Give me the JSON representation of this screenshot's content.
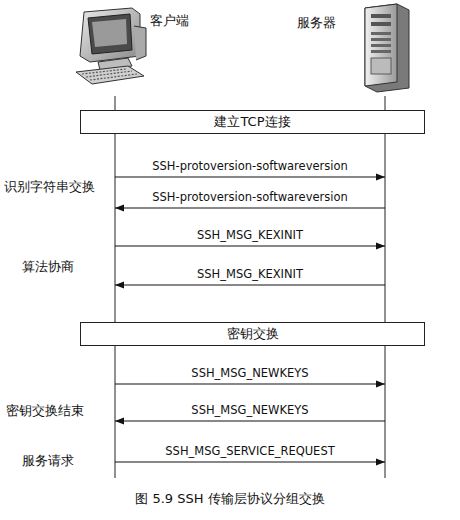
{
  "diagram": {
    "caption": "图 5.9 SSH 传输层协议分组交换",
    "nodes": [
      {
        "text": [
          "客户端"
        ]
      },
      {
        "text": [
          "服务器"
        ]
      },
      {
        "text": [
          "建立TCP连接"
        ]
      },
      {
        "text": [
          "密钥交换"
        ]
      }
    ],
    "edges": [
      {
        "from": 0,
        "to": 1,
        "label": "SSH-protoversion-softwareversion",
        "arrow": "to"
      },
      {
        "from": 1,
        "to": 0,
        "label": "SSH-protoversion-softwareversion",
        "arrow": "to"
      },
      {
        "from": 0,
        "to": 1,
        "label": "SSH_MSG_KEXINIT",
        "arrow": "to"
      },
      {
        "from": 1,
        "to": 0,
        "label": "SSH_MSG_KEXINIT",
        "arrow": "to"
      },
      {
        "from": 0,
        "to": 1,
        "label": "SSH_MSG_NEWKEYS",
        "arrow": "to"
      },
      {
        "from": 1,
        "to": 0,
        "label": "SSH_MSG_NEWKEYS",
        "arrow": "to"
      },
      {
        "from": 0,
        "to": 1,
        "label": "SSH_MSG_SERVICE_REQUEST",
        "arrow": "to"
      }
    ],
    "labels": [
      "识别字符串交换",
      "算法协商",
      "密钥交换结束",
      "服务请求"
    ]
  }
}
